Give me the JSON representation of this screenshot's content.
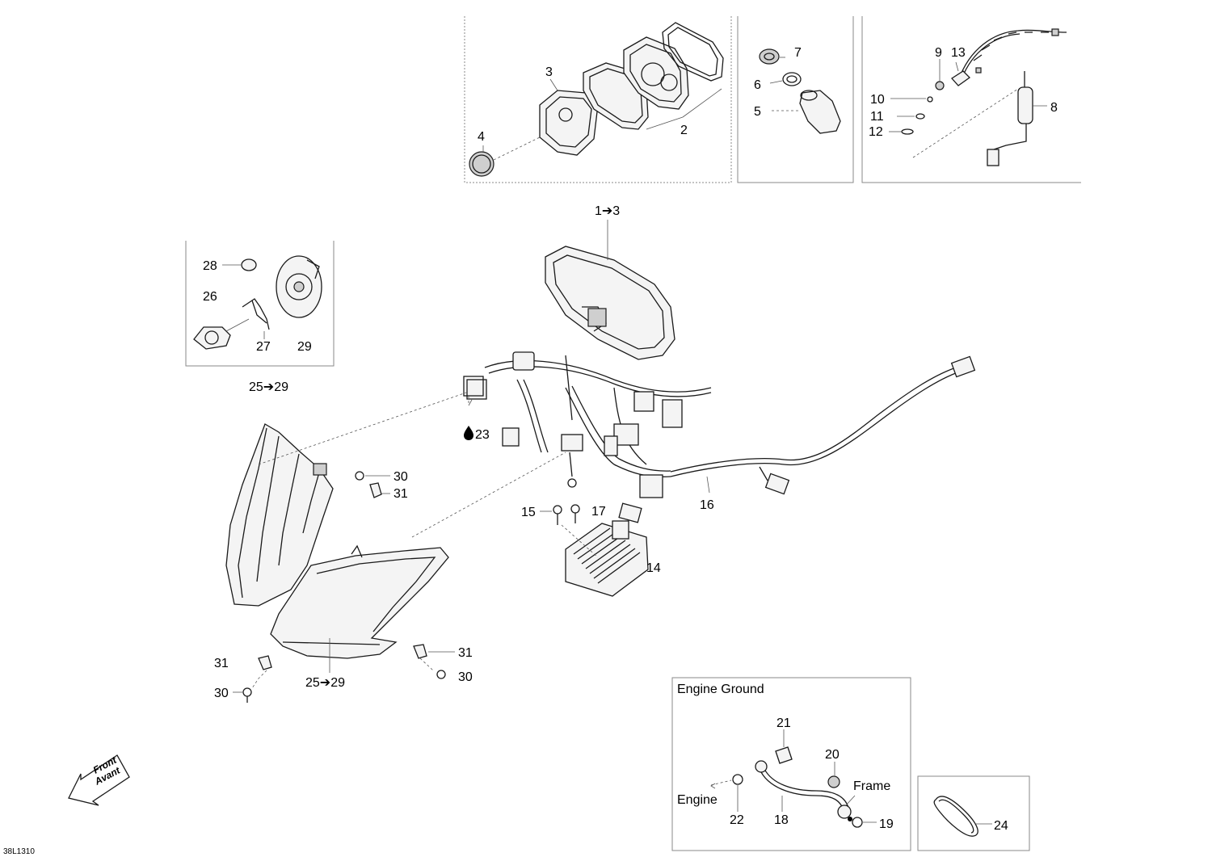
{
  "diagram": {
    "code": "38L1310",
    "front_label": "Front",
    "front_label_fr": "Avant",
    "box_title_engine_ground": "Engine Ground",
    "engine_label": "Engine",
    "frame_label": "Frame",
    "labels": {
      "l1_3": "1➔3",
      "l2": "2",
      "l3": "3",
      "l4": "4",
      "l5": "5",
      "l6": "6",
      "l7": "7",
      "l8": "8",
      "l9": "9",
      "l10": "10",
      "l11": "11",
      "l12": "12",
      "l13": "13",
      "l14": "14",
      "l15": "15",
      "l16": "16",
      "l17": "17",
      "l18": "18",
      "l19": "19",
      "l20": "20",
      "l21": "21",
      "l22": "22",
      "l23": "23",
      "l24": "24",
      "l25_29_a": "25➔29",
      "l25_29_b": "25➔29",
      "l26": "26",
      "l27": "27",
      "l28": "28",
      "l29": "29",
      "l30_a": "30",
      "l30_b": "30",
      "l30_c": "30",
      "l31_a": "31",
      "l31_b": "31",
      "l31_c": "31"
    }
  }
}
